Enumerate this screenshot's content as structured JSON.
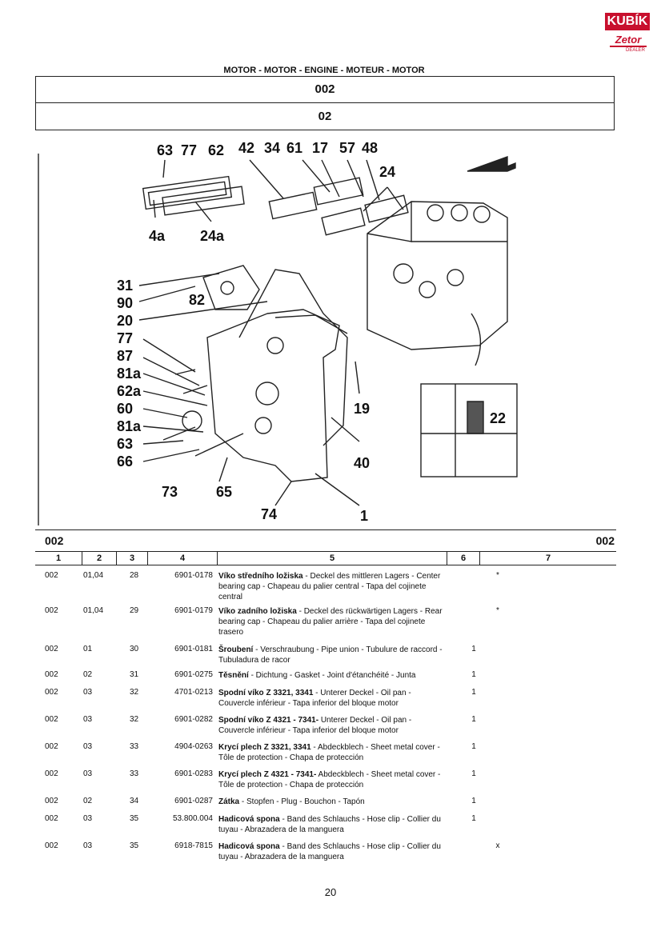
{
  "logo": {
    "brand": "KUBÍK",
    "sub": "Zetor",
    "dealer": "DEALER"
  },
  "heading": "MOTOR - MOTOR - ENGINE - MOTEUR - MOTOR",
  "group_code": "002",
  "subgroup_code": "02",
  "diagram_labels": [
    "63",
    "77",
    "62",
    "42",
    "34",
    "61",
    "17",
    "57",
    "48",
    "24",
    "4a",
    "24a",
    "31",
    "90",
    "82",
    "20",
    "77",
    "87",
    "81a",
    "62a",
    "60",
    "81a",
    "63",
    "66",
    "19",
    "22",
    "40",
    "73",
    "65",
    "74",
    "1"
  ],
  "table": {
    "group_left": "002",
    "group_right": "002",
    "columns": [
      "1",
      "2",
      "3",
      "4",
      "5",
      "6",
      "7"
    ],
    "rows": [
      {
        "c1": "002",
        "c2": "01,04",
        "c3": "28",
        "c4": "6901-0178",
        "bold": "Víko středního ložiska",
        "desc": " - Deckel des mittleren Lagers - Center bearing cap - Chapeau du palier central - Tapa del cojinete central",
        "c6": "",
        "c7": "*"
      },
      {
        "c1": "002",
        "c2": "01,04",
        "c3": "29",
        "c4": "6901-0179",
        "bold": "Víko zadního ložiska",
        "desc": " - Deckel des rückwärtigen Lagers - Rear bearing cap - Chapeau du palier arrière - Tapa del cojinete trasero",
        "c6": "",
        "c7": "*"
      },
      {
        "c1": "002",
        "c2": "01",
        "c3": "30",
        "c4": "6901-0181",
        "bold": "Šroubení",
        "desc": " - Verschraubung - Pipe union - Tubulure de raccord - Tubuladura de racor",
        "c6": "1",
        "c7": ""
      },
      {
        "c1": "002",
        "c2": "02",
        "c3": "31",
        "c4": "6901-0275",
        "bold": "Těsnění",
        "desc": " - Dichtung - Gasket - Joint d'étanchéité - Junta",
        "c6": "1",
        "c7": ""
      },
      {
        "c1": "002",
        "c2": "03",
        "c3": "32",
        "c4": "4701-0213",
        "bold": "Spodní víko Z 3321, 3341",
        "desc": " - Unterer Deckel - Oil pan - Couvercle inférieur - Tapa inferior del bloque motor",
        "c6": "1",
        "c7": ""
      },
      {
        "c1": "002",
        "c2": "03",
        "c3": "32",
        "c4": "6901-0282",
        "bold": "Spodní víko Z 4321 - 7341-",
        "desc": " Unterer Deckel - Oil pan - Couvercle inférieur - Tapa inferior del bloque motor",
        "c6": "1",
        "c7": ""
      },
      {
        "c1": "002",
        "c2": "03",
        "c3": "33",
        "c4": "4904-0263",
        "bold": "Krycí plech Z 3321, 3341",
        "desc": " - Abdeckblech - Sheet metal cover - Tôle de protection - Chapa de protección",
        "c6": "1",
        "c7": ""
      },
      {
        "c1": "002",
        "c2": "03",
        "c3": "33",
        "c4": "6901-0283",
        "bold": "Krycí plech Z 4321 - 7341-",
        "desc": " Abdeckblech - Sheet metal cover - Tôle de protection - Chapa de protección",
        "c6": "1",
        "c7": ""
      },
      {
        "c1": "002",
        "c2": "02",
        "c3": "34",
        "c4": "6901-0287",
        "bold": "Zátka",
        "desc": " - Stopfen - Plug - Bouchon - Tapón",
        "c6": "1",
        "c7": ""
      },
      {
        "c1": "002",
        "c2": "03",
        "c3": "35",
        "c4": "53.800.004",
        "bold": "Hadicová spona",
        "desc": " - Band des Schlauchs - Hose clip - Collier du tuyau - Abrazadera de la manguera",
        "c6": "1",
        "c7": ""
      },
      {
        "c1": "002",
        "c2": "03",
        "c3": "35",
        "c4": "6918-7815",
        "bold": "Hadicová spona",
        "desc": " - Band des Schlauchs - Hose clip - Collier du tuyau - Abrazadera de la manguera",
        "c6": "",
        "c7": "x"
      }
    ]
  },
  "page_number": "20"
}
